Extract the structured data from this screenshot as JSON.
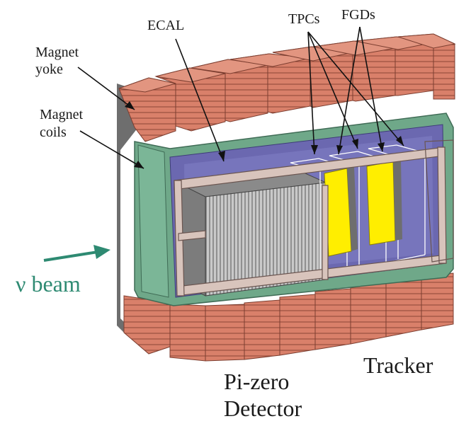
{
  "labels": {
    "ecal": "ECAL",
    "tpcs": "TPCs",
    "fgds": "FGDs",
    "magnet_yoke_line1": "Magnet",
    "magnet_yoke_line2": "yoke",
    "magnet_coils_line1": "Magnet",
    "magnet_coils_line2": "coils",
    "beam": "ν beam",
    "tracker": "Tracker",
    "pizero_line1": "Pi-zero",
    "pizero_line2": "Detector"
  },
  "colors": {
    "yoke": "#d9806a",
    "yoke_dark": "#b5604c",
    "coil": "#6fa889",
    "ecal": "#6b68b0",
    "fgd": "#ffee00",
    "frame": "#d8c4bc",
    "gray": "#6e6e6e",
    "beam": "#2e8a72"
  }
}
